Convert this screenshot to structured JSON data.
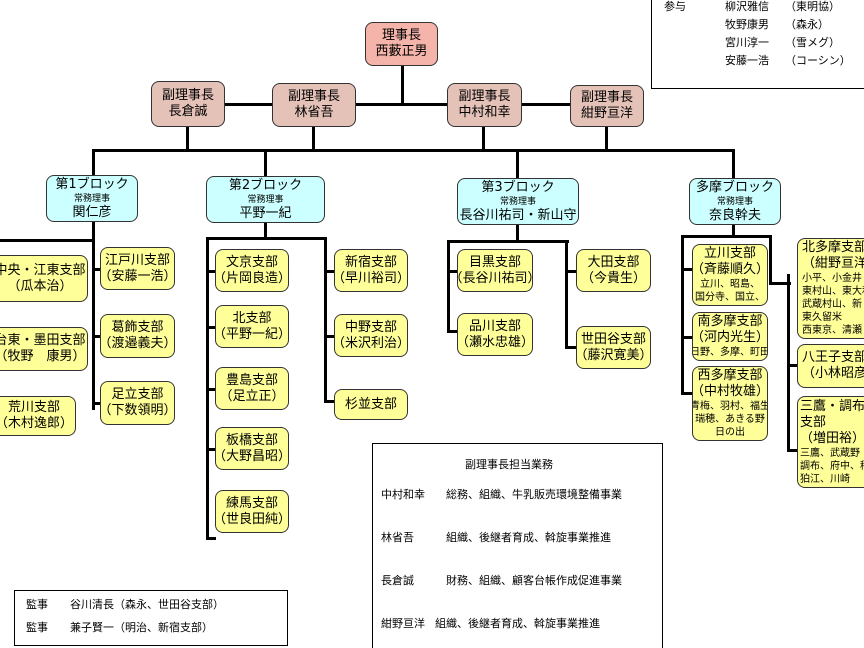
{
  "chair": {
    "title": "理事長",
    "name": "西藪正男"
  },
  "vice": [
    {
      "title": "副理事長",
      "name": "長倉誠"
    },
    {
      "title": "副理事長",
      "name": "林省吾"
    },
    {
      "title": "副理事長",
      "name": "中村和幸"
    },
    {
      "title": "副理事長",
      "name": "紺野亘洋"
    }
  ],
  "blocks": [
    {
      "name": "第1ブロック",
      "role": "常務理事",
      "person": "関仁彦"
    },
    {
      "name": "第2ブロック",
      "role": "常務理事",
      "person": "平野一紀"
    },
    {
      "name": "第3ブロック",
      "role": "常務理事",
      "person": "長谷川祐司・新山守"
    },
    {
      "name": "多摩ブロック",
      "role": "常務理事",
      "person": "奈良幹夫"
    }
  ],
  "branches": {
    "b1": [
      {
        "name": "中央・江東支部",
        "head": "（瓜本治）"
      },
      {
        "name": "台東・墨田支部",
        "head": "（牧野　康男）"
      },
      {
        "name": "荒川支部",
        "head": "（木村逸郎）"
      },
      {
        "name": "江戸川支部",
        "head": "（安藤一浩）"
      },
      {
        "name": "葛飾支部",
        "head": "（渡邉義夫）"
      },
      {
        "name": "足立支部",
        "head": "（下数領明）"
      }
    ],
    "b2": [
      {
        "name": "文京支部",
        "head": "（片岡良造）"
      },
      {
        "name": "北支部",
        "head": "（平野一紀）"
      },
      {
        "name": "豊島支部",
        "head": "（足立正）"
      },
      {
        "name": "板橋支部",
        "head": "（大野昌昭）"
      },
      {
        "name": "練馬支部",
        "head": "（世良田純）"
      },
      {
        "name": "新宿支部",
        "head": "（早川裕司）"
      },
      {
        "name": "中野支部",
        "head": "（米沢利治）"
      },
      {
        "name": "杉並支部",
        "head": ""
      }
    ],
    "b3": [
      {
        "name": "目黒支部",
        "head": "（長谷川祐司）"
      },
      {
        "name": "品川支部",
        "head": "（瀬水忠雄）"
      },
      {
        "name": "大田支部",
        "head": "（今貴生）"
      },
      {
        "name": "世田谷支部",
        "head": "（藤沢寛美）"
      }
    ],
    "b4": [
      {
        "name": "立川支部",
        "head": "（斉藤順久）",
        "area1": "立川、昭島、",
        "area2": "国分寺、国立、"
      },
      {
        "name": "南多摩支部",
        "head": "（河内光生）",
        "area1": "日野、多摩、町田",
        "area2": ""
      },
      {
        "name": "西多摩支部",
        "head": "（中村牧雄）",
        "area1": "青梅、羽村、福生",
        "area2": "瑞穂、あきる野",
        "area3": "日の出"
      },
      {
        "name": "北多摩支部",
        "head": "（紺野亘洋）",
        "area1": "小平、小金井",
        "area2": "東村山、東大和",
        "area3": "武蔵村山、新",
        "area4": "東久留米",
        "area5": "西東京、清瀬"
      },
      {
        "name": "八王子支部",
        "head": "（小林昭彦）"
      },
      {
        "name": "三鷹・調布",
        "name2": "支部",
        "head": "（増田裕）",
        "area1": "三鷹、武蔵野",
        "area2": "調布、府中、稲",
        "area3": "狛江、川崎"
      }
    ]
  },
  "advisors": {
    "label": "参与",
    "people": [
      {
        "name": "柳沢雅信",
        "org": "（東明協）"
      },
      {
        "name": "牧野康男",
        "org": "（森永）"
      },
      {
        "name": "宮川淳一",
        "org": "（雪メグ）"
      },
      {
        "name": "安藤一浩",
        "org": "（コーシン）"
      }
    ]
  },
  "duties": {
    "title": "副理事長担当業務",
    "rows": [
      {
        "name": "中村和幸",
        "duty": "総務、組織、牛乳販売環境整備事業"
      },
      {
        "name": "林省吾",
        "duty": "組織、後継者育成、斡旋事業推進"
      },
      {
        "name": "長倉誠",
        "duty": "財務、組織、顧客台帳作成促進事業"
      },
      {
        "name": "紺野亘洋",
        "duty": "組織、後継者育成、斡旋事業推進"
      }
    ]
  },
  "auditors": [
    {
      "label": "監事",
      "text": "谷川清長（森永、世田谷支部）"
    },
    {
      "label": "監事",
      "text": "兼子賢一（明治、新宿支部）"
    }
  ]
}
